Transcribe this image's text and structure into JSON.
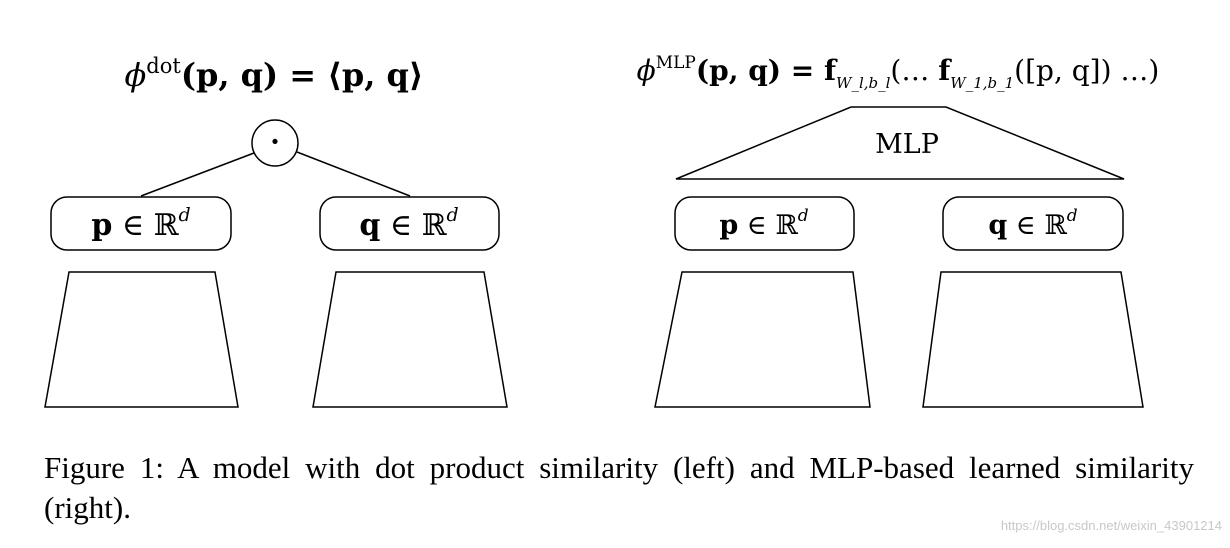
{
  "left": {
    "formula": {
      "phi": "ϕ",
      "superscript": "dot",
      "rhs": "(p, q) = ⟨p, q⟩"
    },
    "operator": "·",
    "input_p": {
      "var": "p",
      "set": " ∈ ℝ",
      "dim": "d"
    },
    "input_q": {
      "var": "q",
      "set": " ∈ ℝ",
      "dim": "d"
    }
  },
  "right": {
    "formula": {
      "phi": "ϕ",
      "superscript": "MLP",
      "args": "(p, q) = ",
      "f_outer": "f",
      "f_outer_sub": "W_l,b_l",
      "middle": "(… ",
      "f_inner": "f",
      "f_inner_sub": "W_1,b_1",
      "tail": "([p, q]) …)"
    },
    "mlp_label": "MLP",
    "input_p": {
      "var": "p",
      "set": " ∈ ℝ",
      "dim": "d"
    },
    "input_q": {
      "var": "q",
      "set": " ∈ ℝ",
      "dim": "d"
    }
  },
  "caption": "Figure 1: A model with dot product similarity (left) and MLP-based learned similarity (right).",
  "watermark": "https://blog.csdn.net/weixin_43901214"
}
